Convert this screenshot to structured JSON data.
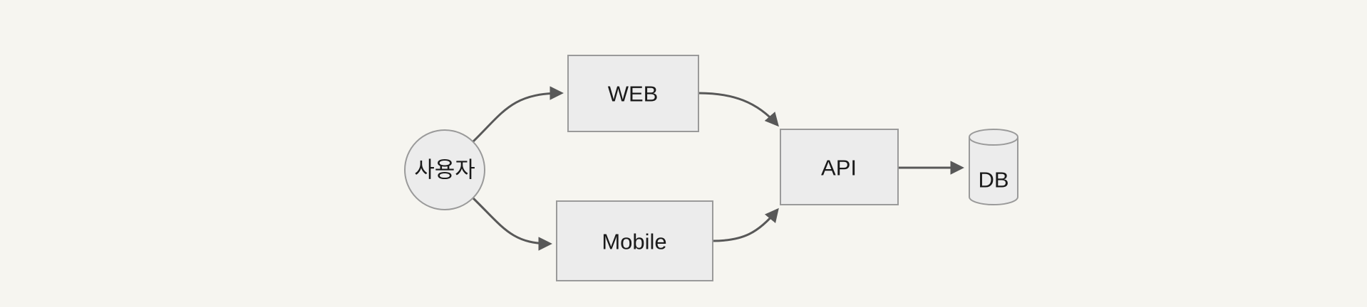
{
  "diagram": {
    "type": "flowchart",
    "direction": "left-to-right",
    "nodes": [
      {
        "id": "user",
        "label": "사용자",
        "shape": "circle"
      },
      {
        "id": "web",
        "label": "WEB",
        "shape": "rectangle"
      },
      {
        "id": "mobile",
        "label": "Mobile",
        "shape": "rectangle"
      },
      {
        "id": "api",
        "label": "API",
        "shape": "rectangle"
      },
      {
        "id": "db",
        "label": "DB",
        "shape": "cylinder"
      }
    ],
    "edges": [
      {
        "from": "사용자",
        "to": "WEB",
        "arrow": true
      },
      {
        "from": "사용자",
        "to": "Mobile",
        "arrow": true
      },
      {
        "from": "WEB",
        "to": "API",
        "arrow": true
      },
      {
        "from": "Mobile",
        "to": "API",
        "arrow": true
      },
      {
        "from": "API",
        "to": "DB",
        "arrow": true
      }
    ],
    "colors": {
      "background": "#f6f5f0",
      "node_fill": "#ececec",
      "node_border": "#9a9a9a",
      "edge_stroke": "#585858",
      "text": "#1a1a1a"
    }
  }
}
